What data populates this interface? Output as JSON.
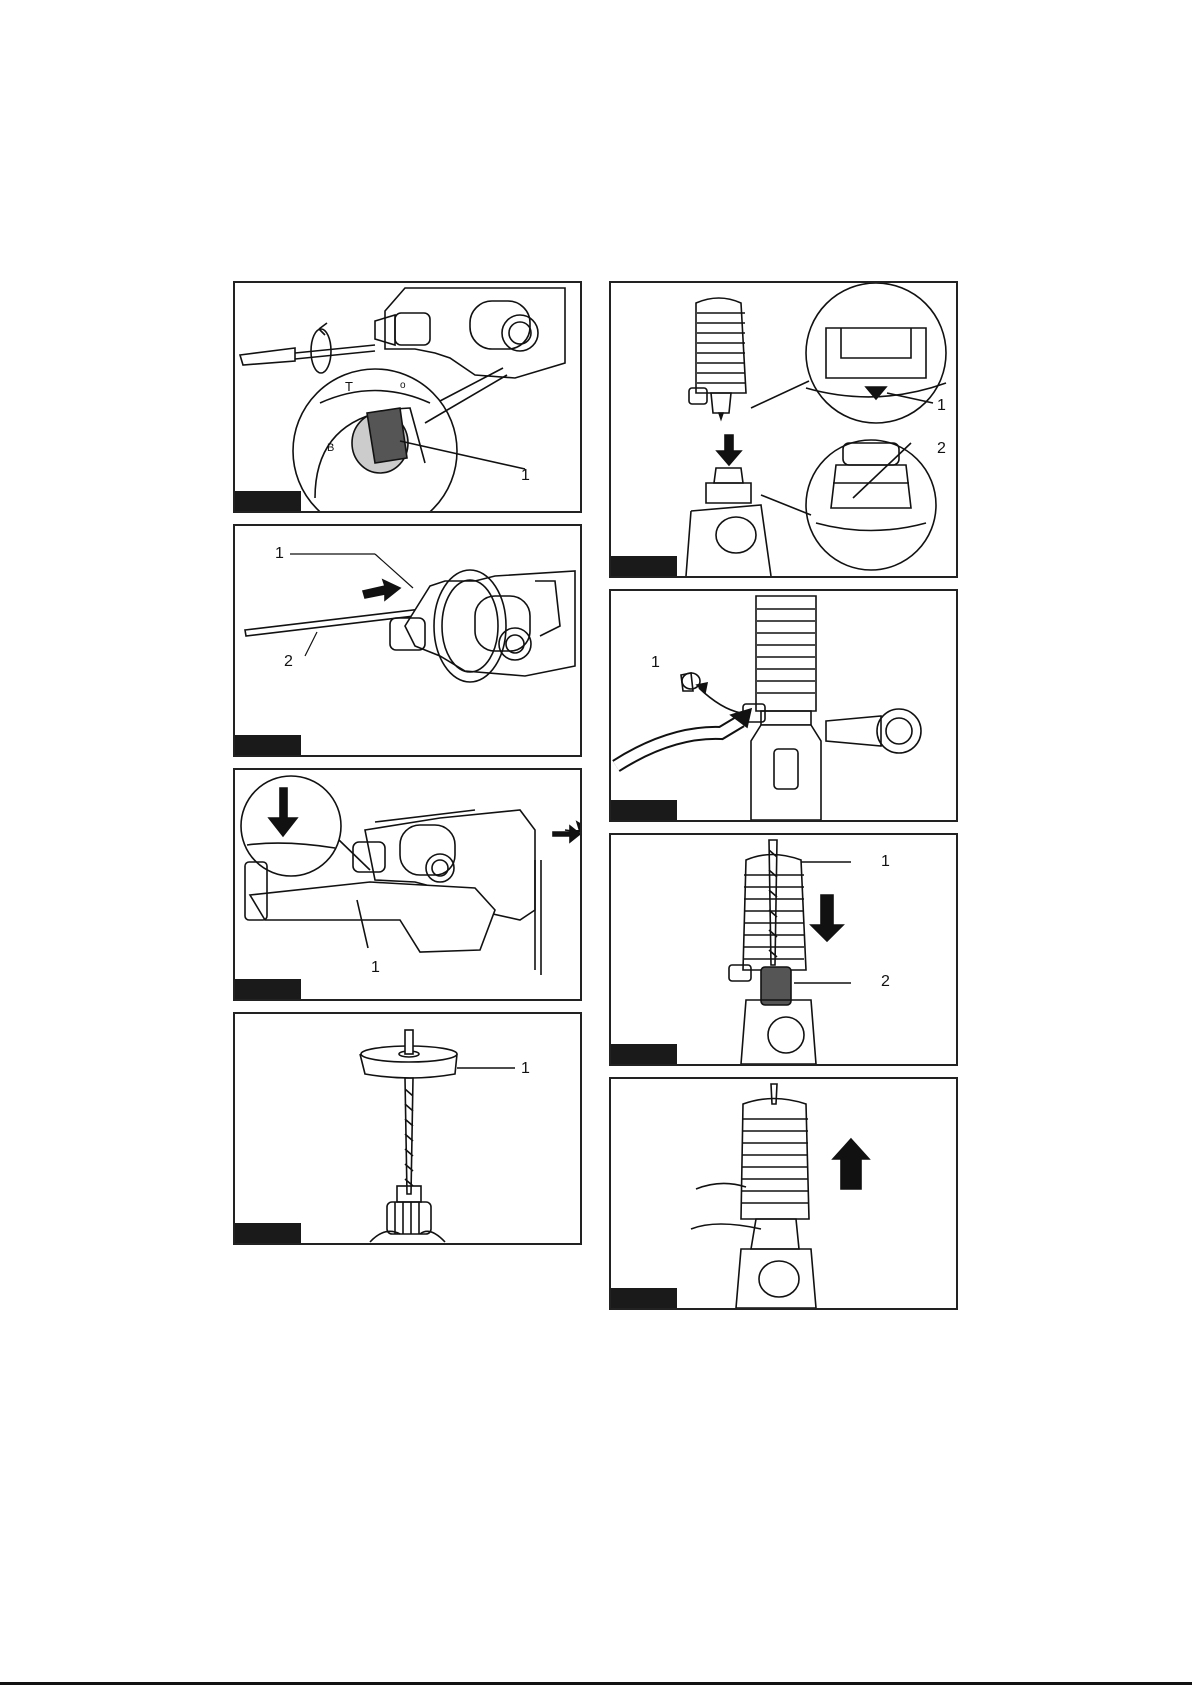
{
  "figures": [
    {
      "id": "fig-1",
      "callouts": [
        "1"
      ]
    },
    {
      "id": "fig-2",
      "callouts": [
        "1",
        "2"
      ]
    },
    {
      "id": "fig-3",
      "callouts": [
        "1"
      ]
    },
    {
      "id": "fig-4",
      "callouts": [
        "1"
      ]
    },
    {
      "id": "fig-5",
      "callouts": [
        "1",
        "2"
      ]
    },
    {
      "id": "fig-6",
      "callouts": [
        "1"
      ]
    },
    {
      "id": "fig-7",
      "callouts": [
        "1",
        "2"
      ]
    },
    {
      "id": "fig-8",
      "callouts": []
    }
  ],
  "switch_letters": {
    "a": "T",
    "b": "B",
    "c": "o"
  },
  "colors": {
    "ink": "#111111",
    "tab": "#1a1a1a",
    "frame": "#222222",
    "shade": "#555555"
  }
}
